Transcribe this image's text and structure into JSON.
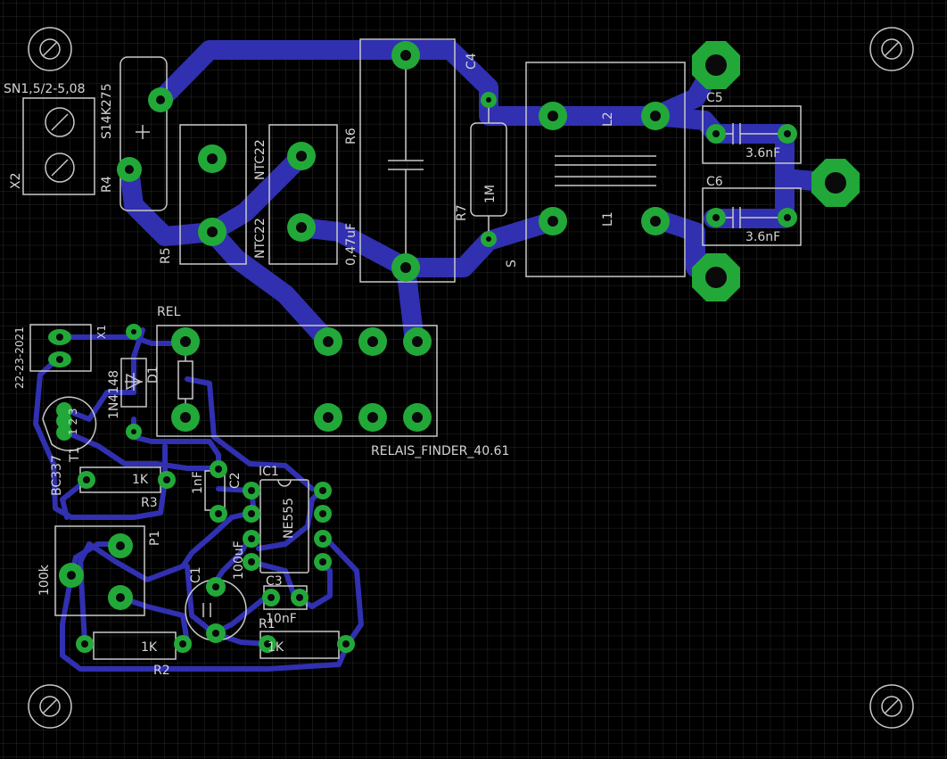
{
  "colors": {
    "background": "#000000",
    "grid": "#2a2a2a",
    "trace": "#3030b0",
    "pad": "#22a838",
    "drill": "#0a0a0a",
    "silk": "#c8c8c8"
  },
  "labels": {
    "x2_connector": "SN1,5/2-5,08",
    "x2": "X2",
    "s14k": "S14K275",
    "r4": "R4",
    "r5": "R5",
    "ntc_top": "NTC22",
    "ntc_bottom": "NTC22",
    "r6": "R6",
    "cap_047": "0,47uF",
    "c4": "C4",
    "r7": "R7",
    "r7_val": "1M",
    "s": "S",
    "l1": "L1",
    "l2": "L2",
    "c5": "C5",
    "c5_val": "3.6nF",
    "c6": "C6",
    "c6_val": "3.6nF",
    "rel": "REL",
    "relais": "RELAIS_FINDER_40.61",
    "x1": "X1",
    "x1_part": "22-23-2021",
    "d1": "D1",
    "d1_val": "1N4148",
    "t1": "T1",
    "t1_val": "BC337",
    "r3": "R3",
    "r3_val": "1K",
    "c2": "C2",
    "c2_val": "1nF",
    "ic1": "IC1",
    "ic1_val": "NE555",
    "p1": "P1",
    "p1_val": "100k",
    "c1": "C1",
    "c1_val": "100uF",
    "c3": "C3",
    "c3_val": "10nF",
    "r1": "R1",
    "r1_val": "1K",
    "r2": "R2",
    "r2_val": "1K",
    "t1_pins": "1 2 3"
  }
}
